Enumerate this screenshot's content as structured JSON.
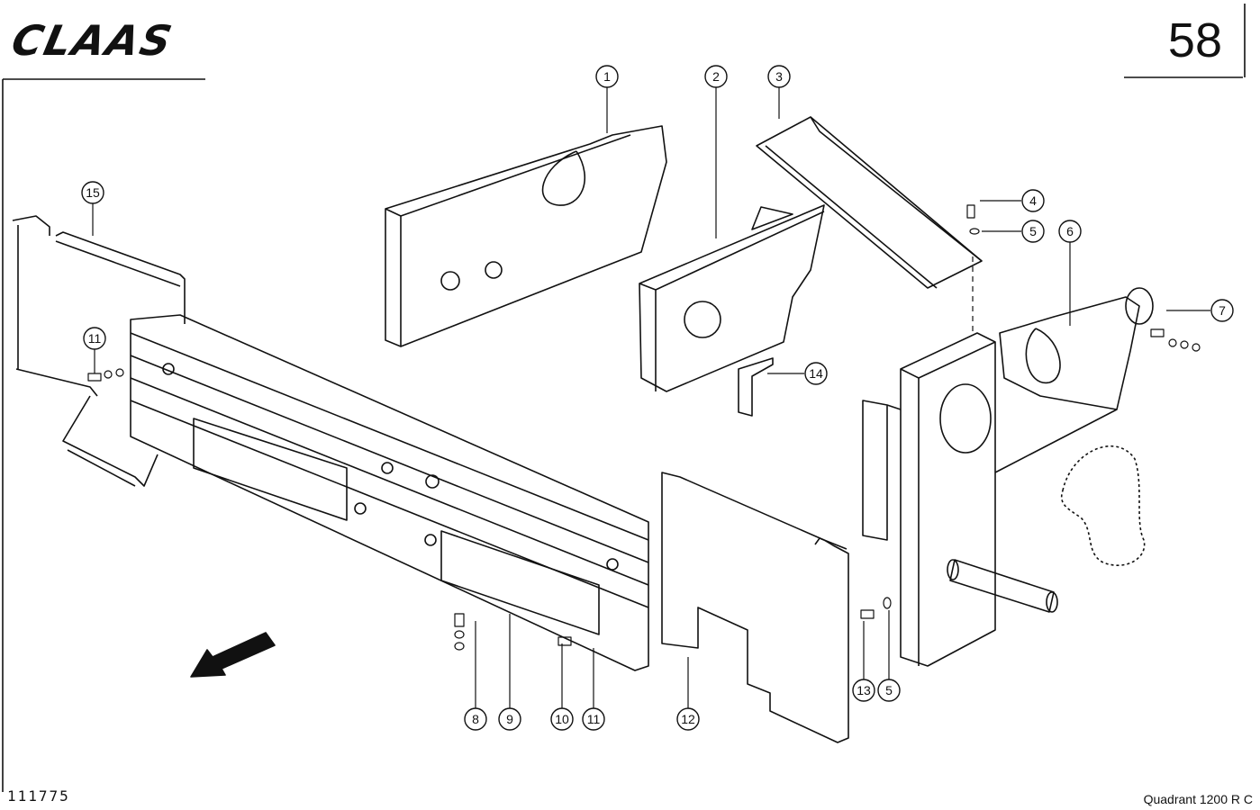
{
  "header": {
    "brand": "CLAAS",
    "page_number": "58"
  },
  "footer": {
    "drawing_number": "111775",
    "model": "Quadrant  1200 R C"
  },
  "callouts": [
    "1",
    "2",
    "3",
    "4",
    "5",
    "6",
    "7",
    "11",
    "15",
    "14",
    "8",
    "9",
    "10",
    "11",
    "12",
    "13",
    "5"
  ]
}
